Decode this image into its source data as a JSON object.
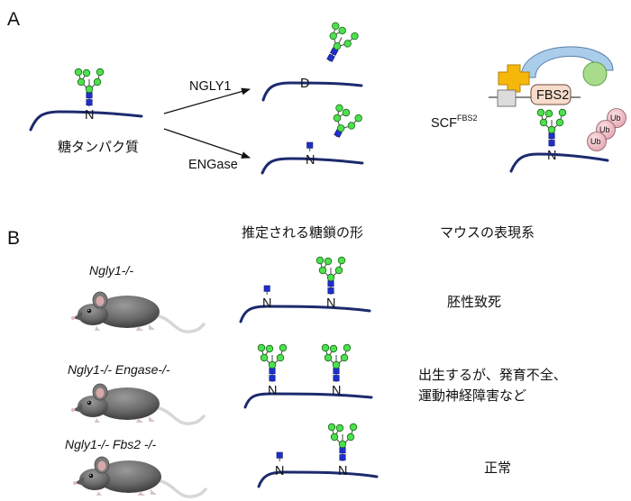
{
  "panel_a": {
    "label": "A",
    "glycoprotein_label": "糖タンパク質",
    "ngly1_label": "NGLY1",
    "engase_label": "ENGase",
    "residue_n": "N",
    "residue_d": "D",
    "scf_label": "SCF",
    "scf_superscript": "FBS2",
    "fbs2_label": "FBS2",
    "ub_label": "Ub"
  },
  "panel_b": {
    "label": "B",
    "col_glycan_header": "推定される糖鎖の形",
    "col_phenotype_header": "マウスの表現系",
    "rows": [
      {
        "genotype": "Ngly1-/-",
        "phenotype_lines": [
          "胚性致死"
        ]
      },
      {
        "genotype": "Ngly1-/-   Engase-/-",
        "phenotype_lines": [
          "出生するが、発育不全、",
          "運動神経障害など"
        ]
      },
      {
        "genotype": "Ngly1-/-   Fbs2 -/-",
        "phenotype_lines": [
          "正常"
        ]
      }
    ]
  },
  "colors": {
    "glc_green": "#4ee04e",
    "glcnac_blue": "#1f2fcc",
    "protein_navy": "#1c2a6e",
    "skp1_orange": "#f5b80a",
    "cul1_blue": "#a9cdea",
    "rbx1_green": "#a8dc8a",
    "fbs2_peach": "#f8dccb",
    "ub_pink": "#f2c6cc",
    "mouse_gray": "#6b6b6b"
  }
}
